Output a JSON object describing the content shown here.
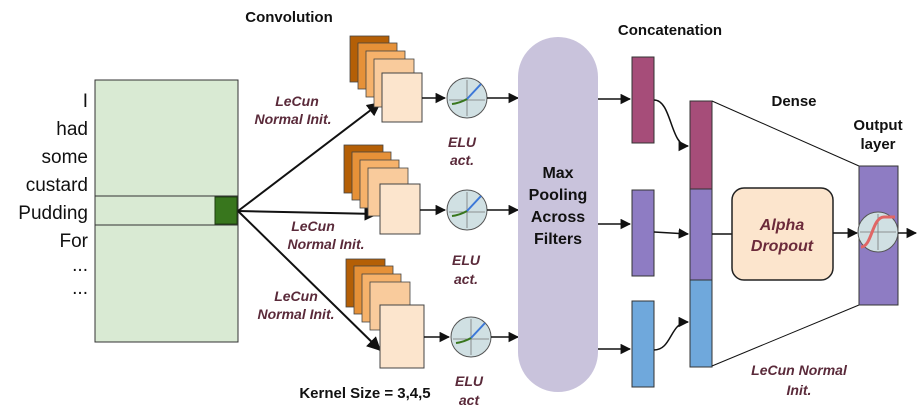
{
  "input_words": [
    "I",
    "had",
    "some",
    "custard",
    "Pudding",
    "For",
    "...",
    "..."
  ],
  "labels": {
    "convolution": "Convolution",
    "concatenation": "Concatenation",
    "dense": "Dense",
    "output_line1": "Output",
    "output_line2": "layer",
    "kernel_size": "Kernel Size = 3,4,5",
    "init_line1": "LeCun",
    "init_line2": "Normal Init.",
    "elu_line1": "ELU",
    "elu_line2": "act.",
    "elu_line2_last": "act",
    "pool_lines": [
      "Max",
      "Pooling",
      "Across",
      "Filters"
    ],
    "dropout_line1": "Alpha",
    "dropout_line2": "Dropout",
    "dense_init_line1": "LeCun Normal",
    "dense_init_line2": "Init."
  },
  "colors": {
    "input_matrix": "#d9ead3",
    "window": "#38761d",
    "filter_layers": [
      "#b45f06",
      "#e69138",
      "#f6b26b",
      "#f9cb9c",
      "#fce5cd"
    ],
    "pool": "#c9c3dc",
    "concat_maroon": "#a64d79",
    "concat_purple": "#8e7cc3",
    "concat_blue": "#6fa8dc",
    "dropout": "#fce5cd",
    "output": "#8e7cc3",
    "init_text": "#5a2a3a"
  }
}
